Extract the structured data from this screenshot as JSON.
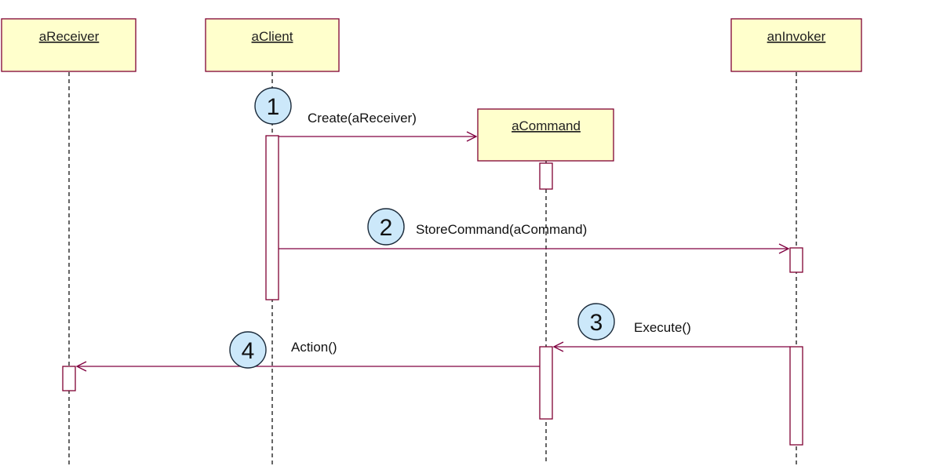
{
  "diagram": {
    "objects": [
      {
        "id": "receiver",
        "name": "aReceiver"
      },
      {
        "id": "client",
        "name": "aClient"
      },
      {
        "id": "command",
        "name": "aCommand"
      },
      {
        "id": "invoker",
        "name": "anInvoker"
      }
    ],
    "messages": [
      {
        "step": "1",
        "label": "Create(aReceiver)",
        "from": "aClient",
        "to": "aCommand"
      },
      {
        "step": "2",
        "label": "StoreCommand(aCommand)",
        "from": "aClient",
        "to": "anInvoker"
      },
      {
        "step": "3",
        "label": "Execute()",
        "from": "anInvoker",
        "to": "aCommand"
      },
      {
        "step": "4",
        "label": "Action()",
        "from": "aCommand",
        "to": "aReceiver"
      }
    ]
  },
  "colors": {
    "object_fill": "#ffffcc",
    "object_border": "#800033",
    "message_line": "#800040",
    "step_circle_fill": "#cce8fa",
    "step_circle_border": "#1a2a3a",
    "lifeline": "#000000"
  }
}
